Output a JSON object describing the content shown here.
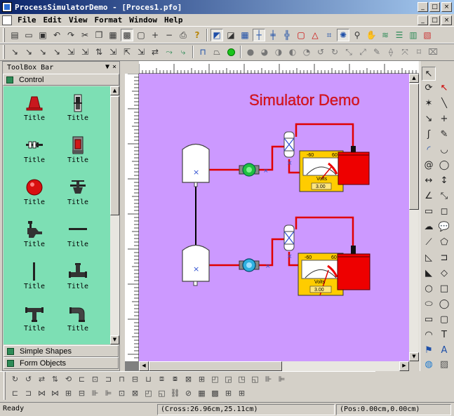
{
  "window": {
    "title": "ProcessSimulatorDemo - [Proces1.pfo]"
  },
  "menu": [
    "File",
    "Edit",
    "View",
    "Format",
    "Window",
    "Help"
  ],
  "window_buttons": {
    "minimize": "_",
    "maximize": "□",
    "close": "×"
  },
  "toolbox": {
    "title": "ToolBox Bar",
    "active_section": "Control",
    "items": [
      {
        "label": "Title",
        "icon": "cone-icon"
      },
      {
        "label": "Title",
        "icon": "meter-column-icon"
      },
      {
        "label": "Title",
        "icon": "valve-inline-icon"
      },
      {
        "label": "Title",
        "icon": "switch-box-icon"
      },
      {
        "label": "Title",
        "icon": "red-lamp-icon"
      },
      {
        "label": "Title",
        "icon": "hand-valve-icon"
      },
      {
        "label": "Title",
        "icon": "gate-valve-icon"
      },
      {
        "label": "Title",
        "icon": "horizontal-pipe-icon"
      },
      {
        "label": "Title",
        "icon": "vertical-pipe-icon"
      },
      {
        "label": "Title",
        "icon": "tee-pipe-icon"
      },
      {
        "label": "Title",
        "icon": "cross-pipe-icon"
      },
      {
        "label": "Title",
        "icon": "elbow-pipe-icon"
      }
    ],
    "sections_bottom": [
      "Simple Shapes",
      "Form Objects"
    ]
  },
  "diagram": {
    "title": "Simulator Demo",
    "title_color": "#e8141e",
    "gauge1": {
      "min": "-60",
      "max": "60",
      "unit": "Volts",
      "value": "3.00"
    },
    "gauge2": {
      "min": "-60",
      "max": "60",
      "unit": "Volts",
      "value": "3.00"
    }
  },
  "status": {
    "ready": "Ready",
    "cross": "(Cross:26.96cm,25.11cm)",
    "pos": "(Pos:0.00cm,0.00cm)"
  }
}
